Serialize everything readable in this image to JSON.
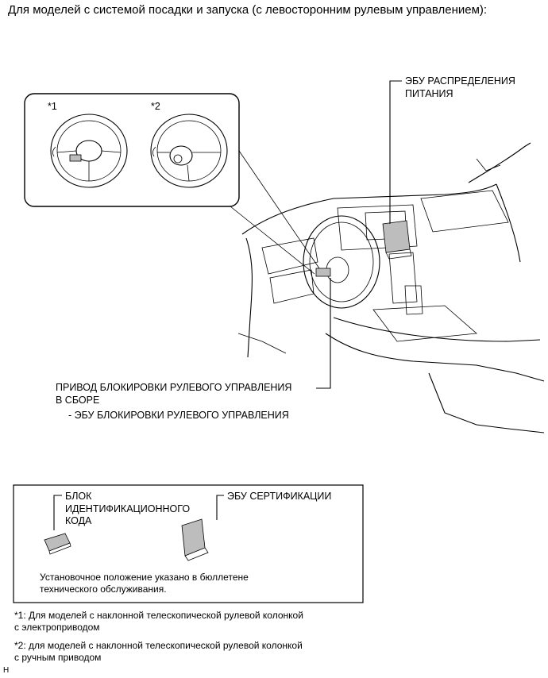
{
  "title": "Для моделей с системой посадки и запуска (с левосторонним рулевым управлением):",
  "inset": {
    "marker1": "*1",
    "marker2": "*2"
  },
  "labels": {
    "power_ecu_line1": "ЭБУ РАСПРЕДЕЛЕНИЯ",
    "power_ecu_line2": "ПИТАНИЯ",
    "steering_lock_line1": "ПРИВОД БЛОКИРОВКИ РУЛЕВОГО УПРАВЛЕНИЯ",
    "steering_lock_line2": "В СБОРЕ",
    "steering_lock_sub": "- ЭБУ БЛОКИРОВКИ РУЛЕВОГО УПРАВЛЕНИЯ"
  },
  "bottom_box": {
    "id_code_line1": "БЛОК",
    "id_code_line2": "ИДЕНТИФИКАЦИОННОГО",
    "id_code_line3": "КОДА",
    "cert_ecu": "ЭБУ СЕРТИФИКАЦИИ",
    "note_line1": "Установочное положение указано в бюллетене",
    "note_line2": "технического обслуживания."
  },
  "footnotes": {
    "f1_line1": "*1: Для моделей с наклонной телескопической рулевой колонкой",
    "f1_line2": "с электроприводом",
    "f2_line1": "*2: для моделей с наклонной телескопической рулевой колонкой",
    "f2_line2": "с ручным приводом"
  },
  "corner_mark": "H"
}
